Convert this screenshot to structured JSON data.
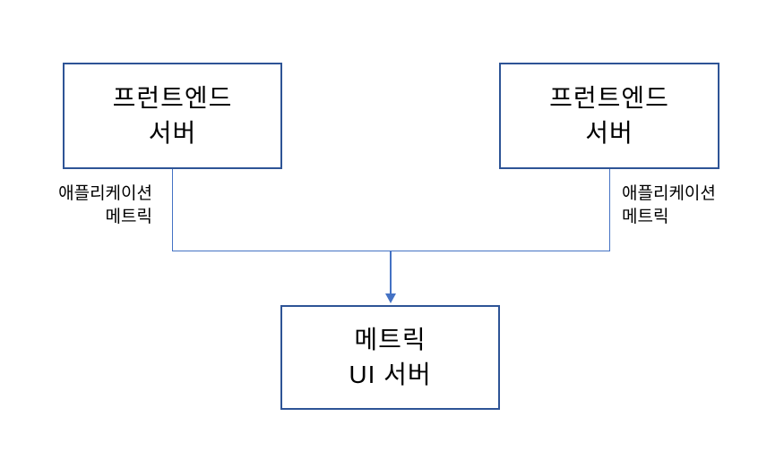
{
  "diagram": {
    "title": "frontend-servers-to-metrics-ui-architecture",
    "nodes": [
      {
        "id": "frontend-server-1",
        "label": "프런트엔드\n서버"
      },
      {
        "id": "frontend-server-2",
        "label": "프런트엔드\n서버"
      },
      {
        "id": "metrics-ui-server",
        "label": "메트릭\nUI 서버"
      }
    ],
    "edges": [
      {
        "from": "frontend-server-1",
        "to": "metrics-ui-server",
        "label": "애플리케이션\n메트릭",
        "arrow": "down"
      },
      {
        "from": "frontend-server-2",
        "to": "metrics-ui-server",
        "label": "애플리케이션\n메트릭",
        "arrow": "down"
      }
    ],
    "colors": {
      "box_border": "#2e5496",
      "box_fill": "#ffffff",
      "connector": "#4472c4",
      "text": "#000000",
      "background": "#ffffff"
    }
  }
}
